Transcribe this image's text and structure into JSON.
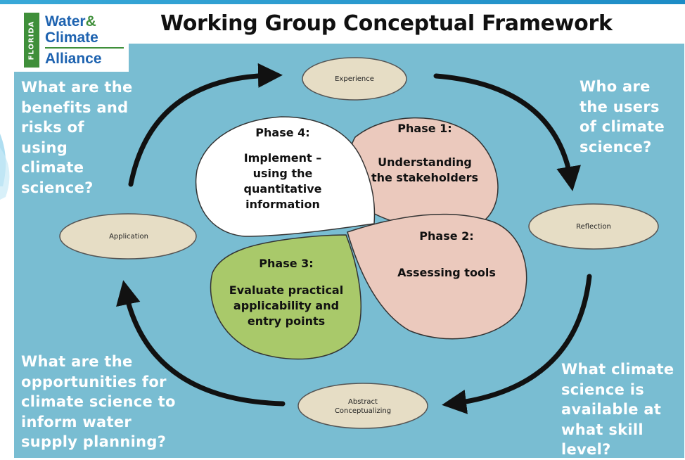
{
  "title": "Working Group Conceptual Framework",
  "logo": {
    "state": "FLORIDA",
    "line1_word": "Water",
    "line1_amp": "&",
    "line2": "Climate",
    "line3": "Alliance"
  },
  "cycle_nodes": {
    "experience": "Experience",
    "reflection": "Reflection",
    "abstract": [
      "Abstract",
      "Conceptualizing"
    ],
    "application": "Application"
  },
  "phases": {
    "phase1": {
      "heading": "Phase 1:",
      "lines": [
        "Understanding",
        "the stakeholders"
      ]
    },
    "phase2": {
      "heading": "Phase 2:",
      "lines": [
        "Assessing tools"
      ]
    },
    "phase3": {
      "heading": "Phase 3:",
      "lines": [
        "Evaluate practical",
        "applicability and",
        "entry points"
      ]
    },
    "phase4": {
      "heading": "Phase 4:",
      "lines": [
        "Implement –",
        "using the",
        "quantitative",
        "information"
      ]
    }
  },
  "questions": {
    "top_left": [
      "What are the",
      "benefits and",
      "risks  of",
      "using",
      "climate",
      "science?"
    ],
    "top_right": [
      "Who are",
      "the users",
      "of climate",
      "science?"
    ],
    "bottom_left": [
      "What are the",
      "opportunities  for",
      "climate science to",
      "inform water",
      "supply  planning?"
    ],
    "bottom_right": [
      "What climate",
      "science is",
      "available at",
      "what skill",
      "level?"
    ]
  },
  "colors": {
    "panel": "#79bdd2",
    "phase1": "#ebc9bd",
    "phase2": "#ebc9bd",
    "phase3": "#a9c96a",
    "phase4": "#ffffff",
    "ellipse": "#e6ddc5",
    "arrow": "#111111",
    "logo_blue": "#1e63b0",
    "logo_green": "#3f8f3a"
  }
}
